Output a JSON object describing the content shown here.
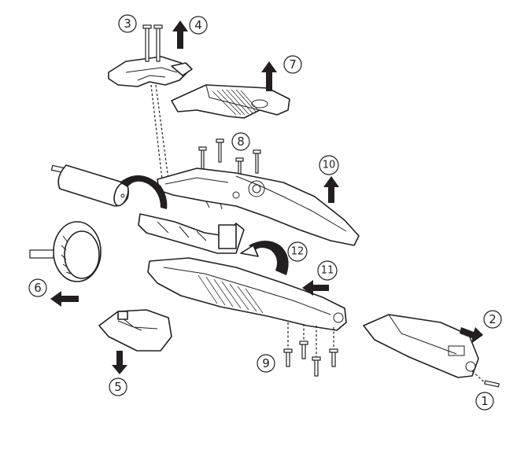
{
  "callouts": [
    {
      "id": "c1",
      "label": "1"
    },
    {
      "id": "c2",
      "label": "2"
    },
    {
      "id": "c3",
      "label": "3"
    },
    {
      "id": "c4",
      "label": "4"
    },
    {
      "id": "c5",
      "label": "5"
    },
    {
      "id": "c6",
      "label": "6"
    },
    {
      "id": "c7",
      "label": "7"
    },
    {
      "id": "c8",
      "label": "8"
    },
    {
      "id": "c9",
      "label": "9"
    },
    {
      "id": "c10",
      "label": "10"
    },
    {
      "id": "c11",
      "label": "11"
    },
    {
      "id": "c12",
      "label": "12"
    }
  ],
  "colors": {
    "ink": "#231f20",
    "background": "#ffffff"
  },
  "icons": [
    "arrow-up-icon",
    "arrow-down-icon",
    "arrow-left-icon",
    "arrow-right-icon",
    "curved-arrow-icon",
    "screw-icon"
  ]
}
